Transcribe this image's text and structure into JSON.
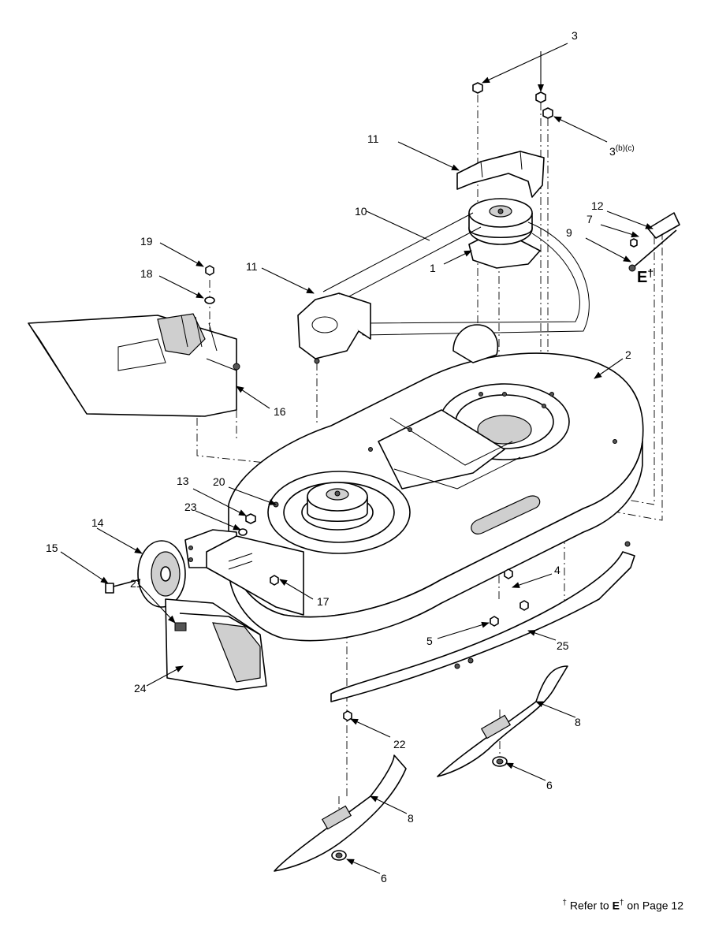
{
  "callouts": [
    {
      "label": "3"
    },
    {
      "label": "3"
    },
    {
      "label": "11"
    },
    {
      "label": "10"
    },
    {
      "label": "12"
    },
    {
      "label": "7"
    },
    {
      "label": "9"
    },
    {
      "label": "1"
    },
    {
      "label": "19"
    },
    {
      "label": "18"
    },
    {
      "label": "11"
    },
    {
      "label": "16"
    },
    {
      "label": "2"
    },
    {
      "label": "13"
    },
    {
      "label": "20"
    },
    {
      "label": "23"
    },
    {
      "label": "14"
    },
    {
      "label": "15"
    },
    {
      "label": "17"
    },
    {
      "label": "4"
    },
    {
      "label": "21"
    },
    {
      "label": "5"
    },
    {
      "label": "25"
    },
    {
      "label": "24"
    },
    {
      "label": "8"
    },
    {
      "label": "22"
    },
    {
      "label": "6"
    },
    {
      "label": "8"
    },
    {
      "label": "6"
    }
  ],
  "special_callout": {
    "base": "3",
    "superscript": "(b)(c)"
  },
  "e_reference": {
    "letter": "E",
    "mark": "†"
  },
  "footnote": {
    "dagger": "†",
    "prefix": "Refer to",
    "ref_letter": "E",
    "ref_dagger": "†",
    "suffix": "on Page 12"
  }
}
